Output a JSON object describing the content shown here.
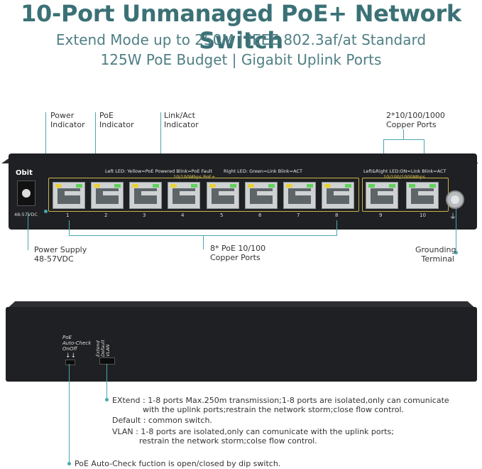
{
  "title": "10-Port Unmanaged PoE+ Network Switch",
  "subtitle_line1": "Extend Mode up to 250M | IEEE 802.3af/at Standard",
  "subtitle_line2": "125W PoE Budget | Gigabit Uplink Ports",
  "callouts": {
    "power_indicator": [
      "Power",
      "Indicator"
    ],
    "poe_indicator": [
      "PoE",
      "Indicator"
    ],
    "link_indicator": [
      "Link/Act",
      "Indicator"
    ],
    "copper_uplink": [
      "2*10/100/1000",
      "Copper Ports"
    ],
    "power_supply": [
      "Power Supply",
      "48-57VDC"
    ],
    "poe_ports": [
      "8* PoE 10/100",
      "Copper Ports"
    ],
    "grounding": [
      "Grounding",
      "Terminal"
    ]
  },
  "front_panel": {
    "brand": "Obit",
    "dc_label": "48-57VDC",
    "led_legend_left": "Left LED: Yellow=PoE Powered Blink=PoE Fault",
    "led_legend_right": "Right LED: Green=Link Blink=ACT",
    "group1_label": "10/100Mbps PoE+",
    "uplink_legend": "Left&Right LED:ON=Link Blink=ACT",
    "group2_label": "10/100/1000Mbps",
    "port_numbers": [
      "1",
      "2",
      "3",
      "4",
      "5",
      "6",
      "7",
      "8",
      "9",
      "10"
    ]
  },
  "back_panel": {
    "poe_switch_labels": [
      "PoE",
      "Auto-Check",
      "OnOff"
    ],
    "mode_switch_labels": [
      "Extend",
      "Default",
      "VLAN"
    ]
  },
  "descriptions": {
    "extend": [
      "EXtend : 1-8 ports Max.250m transmission;1-8 ports are isolated,only can comunicate",
      "with the uplink ports;restrain the network storm;close flow control."
    ],
    "default": "Default : common switch.",
    "vlan": [
      "VLAN : 1-8 ports are isolated,only can comunicate with the uplink ports;",
      "restrain the network storm;colse flow control."
    ],
    "poe_check": "PoE Auto-Check fuction is open/closed by dip switch."
  },
  "colors": {
    "title": "#3b7176",
    "accent": "#4aa7b0",
    "chassis": "#1f2023",
    "poe_led": "#e8d23a",
    "link_led": "#5fd35a"
  }
}
